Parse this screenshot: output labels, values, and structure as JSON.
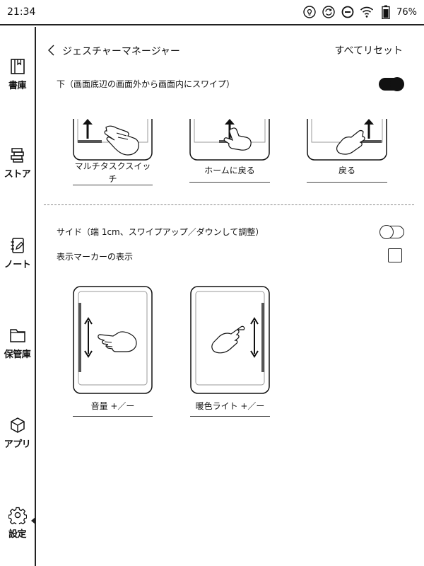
{
  "status_bar": {
    "time": "21:34",
    "battery_percent": "76%",
    "icons": [
      "bulb-icon",
      "sync-icon",
      "do-not-disturb-icon",
      "wifi-icon",
      "battery-icon"
    ]
  },
  "sidebar": {
    "items": [
      {
        "label": "書庫",
        "icon": "book-icon"
      },
      {
        "label": "ストア",
        "icon": "store-icon"
      },
      {
        "label": "ノート",
        "icon": "note-icon"
      },
      {
        "label": "保管庫",
        "icon": "folder-icon"
      },
      {
        "label": "アプリ",
        "icon": "app-cube-icon"
      },
      {
        "label": "設定",
        "icon": "gear-icon",
        "active": true
      }
    ]
  },
  "header": {
    "title": "ジェスチャーマネージャー",
    "reset_label": "すべてリセット"
  },
  "bottom_section": {
    "label": "下（画面底辺の画面外から画面内にスワイプ）",
    "enabled": true,
    "gestures": [
      {
        "caption_line1": "マルチタスクスイッ",
        "caption_line2": "チ"
      },
      {
        "caption_line1": "ホームに戻る",
        "caption_line2": ""
      },
      {
        "caption_line1": "戻る",
        "caption_line2": ""
      }
    ]
  },
  "side_section": {
    "label": "サイド（端 1cm、スワイプアップ／ダウンして調整）",
    "enabled": false,
    "marker_label": "表示マーカーの表示",
    "marker_checked": false,
    "gestures": [
      {
        "caption": "音量 +／ー"
      },
      {
        "caption": "暖色ライト +／ー"
      }
    ]
  },
  "colors": {
    "foreground": "#111111",
    "bar_gray": "#555555",
    "background": "#ffffff"
  }
}
